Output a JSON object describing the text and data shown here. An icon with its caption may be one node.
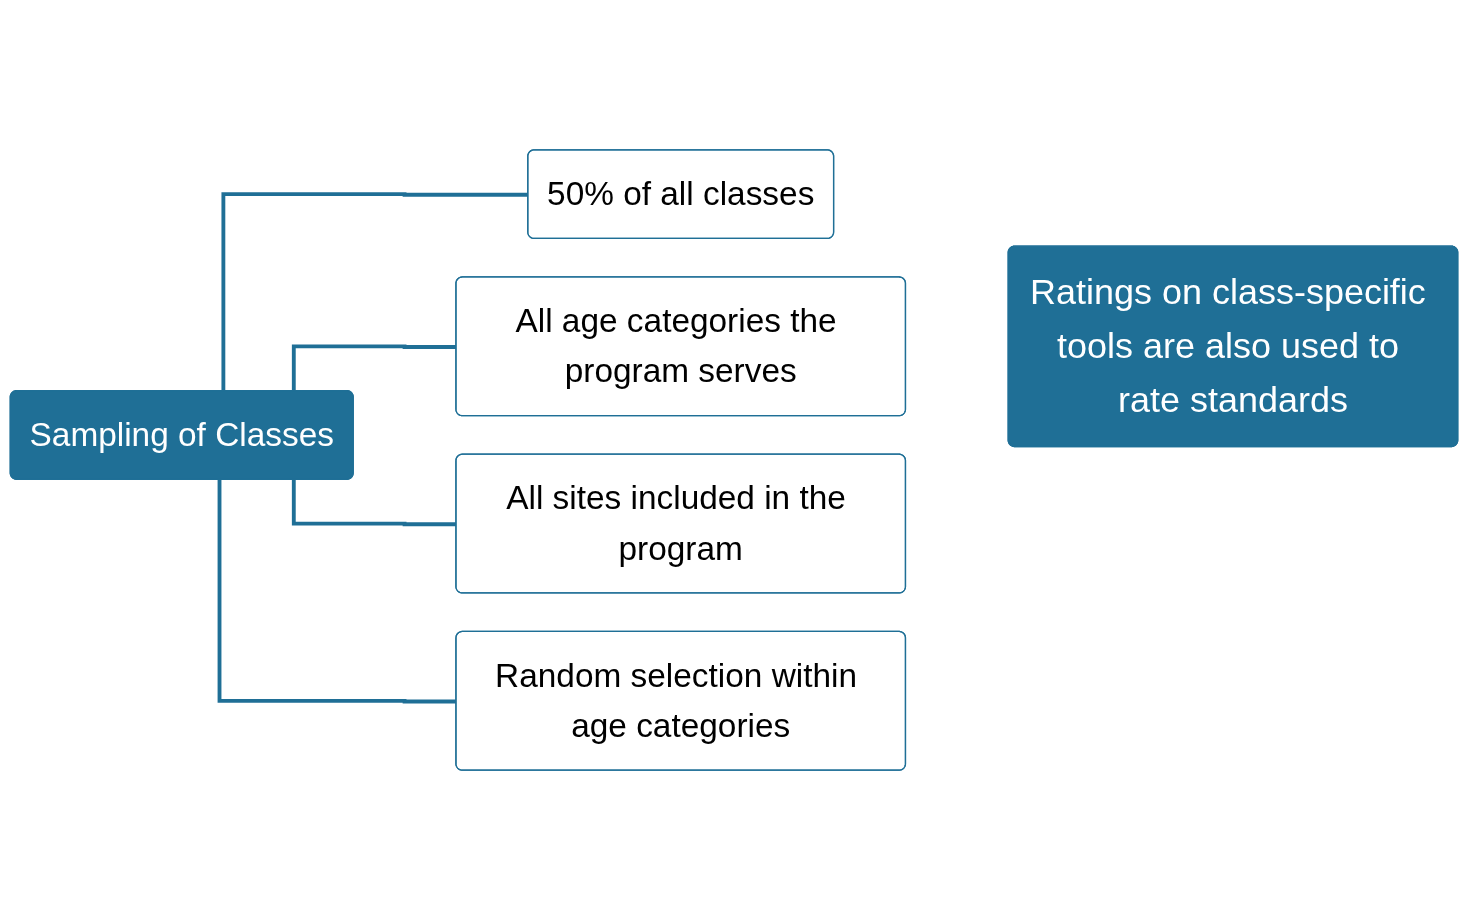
{
  "diagram": {
    "nodes": [
      {
        "text": [
          "Sampling of Classes"
        ]
      },
      {
        "text": [
          "50% of all classes"
        ]
      },
      {
        "text": [
          "All age categories the program serves"
        ]
      },
      {
        "text": [
          "All sites included in the program"
        ]
      },
      {
        "text": [
          "Random selection within age categories"
        ]
      },
      {
        "text": [
          "Ratings on class-specific tools are also used to rate standards"
        ]
      }
    ],
    "edges": [
      {
        "from": 0,
        "to": 1,
        "arrow": "none"
      },
      {
        "from": 0,
        "to": 2,
        "arrow": "none"
      },
      {
        "from": 0,
        "to": 3,
        "arrow": "none"
      },
      {
        "from": 0,
        "to": 4,
        "arrow": "none"
      }
    ]
  }
}
